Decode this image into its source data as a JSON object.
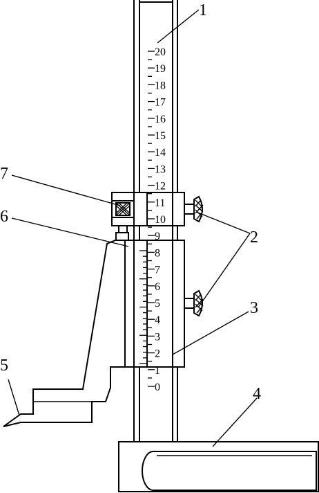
{
  "scale": {
    "labels": [
      "20",
      "19",
      "18",
      "17",
      "16",
      "15",
      "14",
      "13",
      "12",
      "11",
      "10",
      "9",
      "8",
      "7",
      "6",
      "5",
      "4",
      "3",
      "2",
      "1",
      "0"
    ]
  },
  "callouts": [
    "1",
    "2",
    "3",
    "4",
    "5",
    "6",
    "7"
  ]
}
